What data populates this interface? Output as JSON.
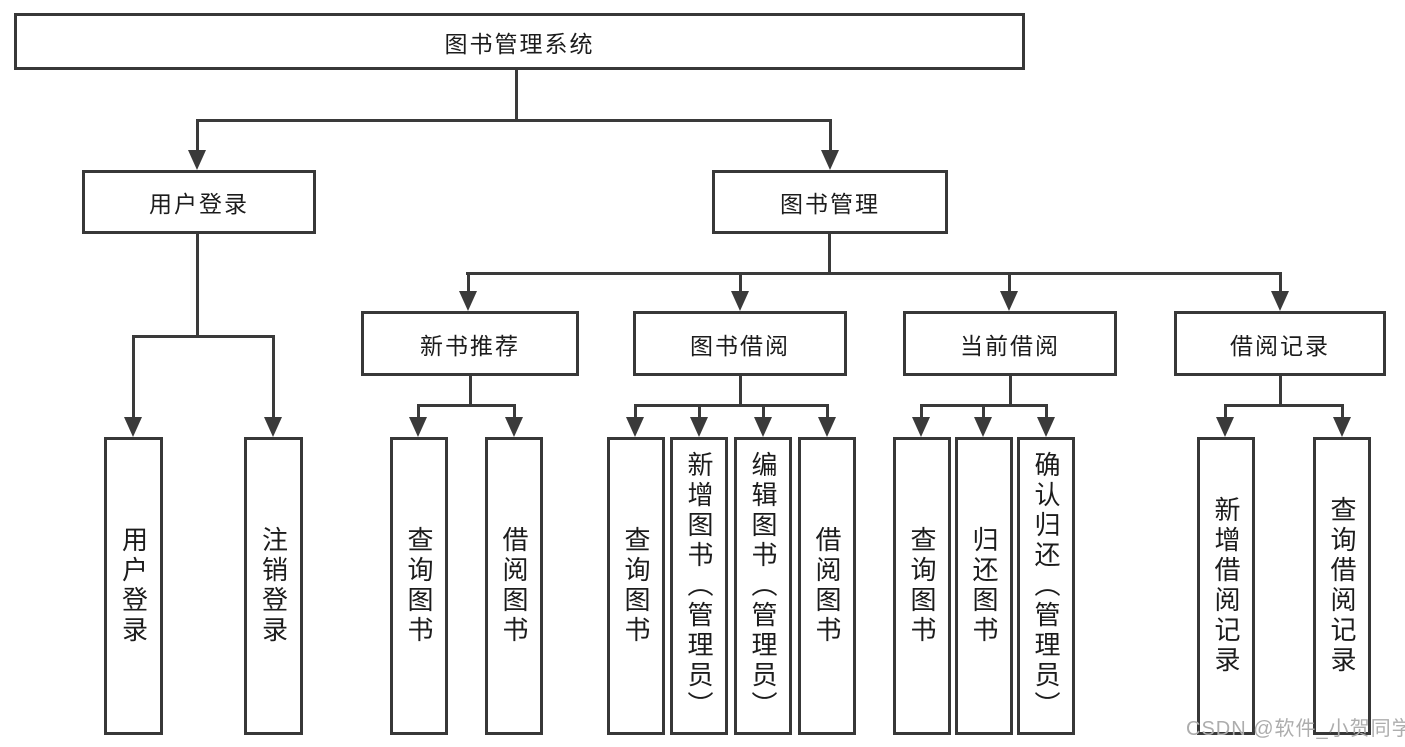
{
  "tree": {
    "root": "图书管理系统",
    "branches": [
      {
        "label": "用户登录",
        "leaves": [
          "用户登录",
          "注销登录"
        ]
      },
      {
        "label": "图书管理",
        "groups": [
          {
            "label": "新书推荐",
            "leaves": [
              "查询图书",
              "借阅图书"
            ]
          },
          {
            "label": "图书借阅",
            "leaves": [
              "查询图书",
              "新增图书（管理员）",
              "编辑图书（管理员）",
              "借阅图书"
            ]
          },
          {
            "label": "当前借阅",
            "leaves": [
              "查询图书",
              "归还图书",
              "确认归还（管理员）"
            ]
          },
          {
            "label": "借阅记录",
            "leaves": [
              "新增借阅记录",
              "查询借阅记录"
            ]
          }
        ]
      }
    ]
  },
  "watermark": {
    "text": "CSDN @软件_小贺同学"
  },
  "colors": {
    "line": "#3a3a3a",
    "box_border": "#383838",
    "text": "#1c1c1c",
    "watermark": "#adadad",
    "background": "#ffffff"
  }
}
